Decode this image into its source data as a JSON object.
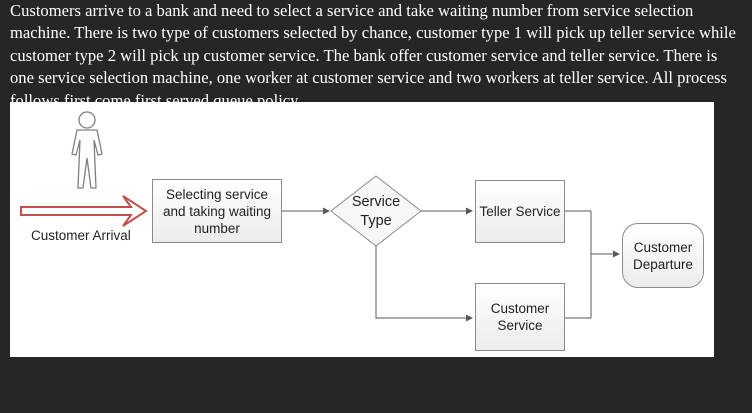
{
  "problem_statement": "Customers arrive to a bank and need to select a service and take waiting number from service selection machine. There is two type of customers selected by chance, customer type 1 will pick up teller service while customer type 2 will pick up customer service. The bank offer customer service and teller service. There is one service selection machine, one worker at customer service and two workers at teller service. All process follows first come first served queue policy.",
  "diagram": {
    "arrival_label": "Customer Arrival",
    "selecting_box": "Selecting service and taking waiting number",
    "decision": "Service Type",
    "teller": "Teller Service",
    "customer_service": "Customer Service",
    "departure": "Customer Departure"
  },
  "colors": {
    "arrival_arrow": "#c0504d",
    "connector": "#595959"
  }
}
